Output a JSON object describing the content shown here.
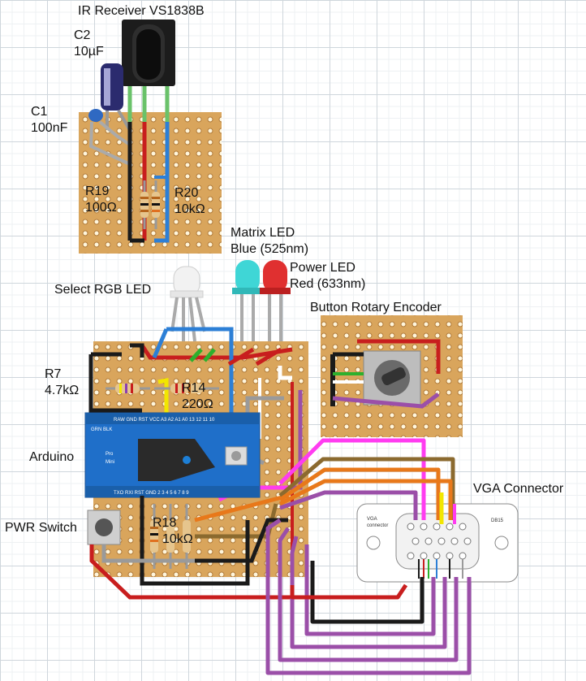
{
  "labels": {
    "ir_receiver": "IR Receiver VS1838B",
    "c2_name": "C2",
    "c2_value": "10µF",
    "c1_name": "C1",
    "c1_value": "100nF",
    "r19_name": "R19",
    "r19_value": "100Ω",
    "r20_name": "R20",
    "r20_value": "10kΩ",
    "matrix_led_line1": "Matrix LED",
    "matrix_led_line2": "Blue (525nm)",
    "power_led_line1": "Power LED",
    "power_led_line2": "Red (633nm)",
    "select_rgb_led": "Select RGB LED",
    "button_rotary_encoder": "Button Rotary Encoder",
    "r7_name": "R7",
    "r7_value": "4.7kΩ",
    "r14_name": "R14",
    "r14_value": "220Ω",
    "arduino": "Arduino",
    "vga_connector": "VGA Connector",
    "pwr_switch": "PWR Switch",
    "r18_name": "R18",
    "r18_value": "10kΩ"
  },
  "arduino_board": {
    "silk_top": "RAW GND RST VCC A3 A2 A1 A0 13 12 11 10",
    "silk_name1": "Pro",
    "silk_name2": "Mini",
    "silk_side": "GRN BLK",
    "silk_bottom": "TXO RXI RST GND 2 3 4 5 6 7 8 9",
    "led_color": "#1d7fd6"
  },
  "vga_board": {
    "left_tag1": "VGA",
    "left_tag2": "connector",
    "right_tag": "DB15"
  },
  "colors": {
    "perfboard": "#d9a55c",
    "arduino": "#1f6fc9",
    "wire_red": "#c81e1e",
    "wire_black": "#1a1a1a",
    "wire_blue": "#2c7fd6",
    "wire_green": "#2db02d",
    "wire_grey": "#9a9a9a",
    "wire_purple": "#9b4fa8",
    "wire_orange": "#e8781a",
    "wire_magenta": "#ff3cf0",
    "wire_brown": "#8b6a2f",
    "wire_yellow": "#f2e600",
    "led_blue": "#3fd6d6",
    "led_red": "#e03030"
  }
}
